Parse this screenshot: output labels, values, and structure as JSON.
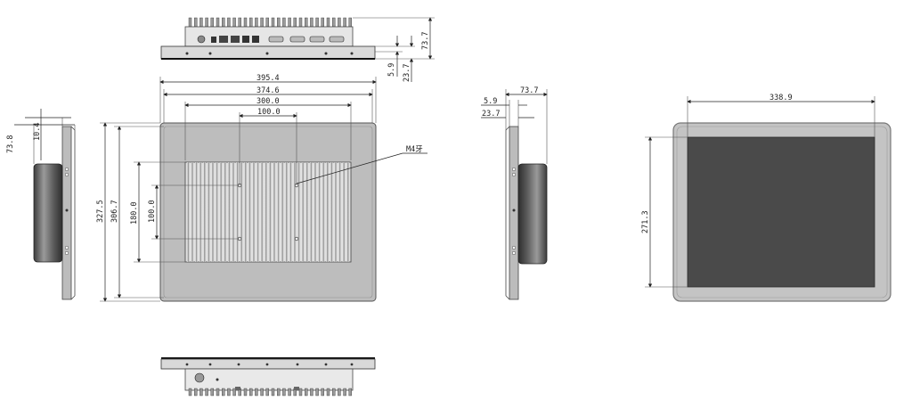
{
  "top_view": {
    "dims": {
      "depth_total": "73.7",
      "plate": "5.9",
      "body": "23.7"
    }
  },
  "rear_view": {
    "dims": {
      "overall_width": "395.4",
      "inner_width": "374.6",
      "vesa_large_w": "300.0",
      "vesa_small_w": "100.0",
      "overall_height": "327.5",
      "inner_height": "306.7",
      "vesa_large_h": "180.0",
      "vesa_small_h": "100.0"
    },
    "callout": "M4牙"
  },
  "left_side_view": {
    "dims": {
      "depth": "73.8",
      "plate": "10.4"
    }
  },
  "right_side_view": {
    "dims": {
      "depth": "73.7",
      "plate": "5.9",
      "body": "23.7"
    }
  },
  "front_view": {
    "dims": {
      "screen_width": "338.9",
      "screen_height": "271.3"
    }
  },
  "colors": {
    "bezel": "#c4c4c4",
    "bezel_edge": "#8a8a8a",
    "screen": "#4a4a4a",
    "heatsink_light": "#e9e9e9",
    "heatsink_dark": "#6f6f6f",
    "line": "#222222"
  }
}
